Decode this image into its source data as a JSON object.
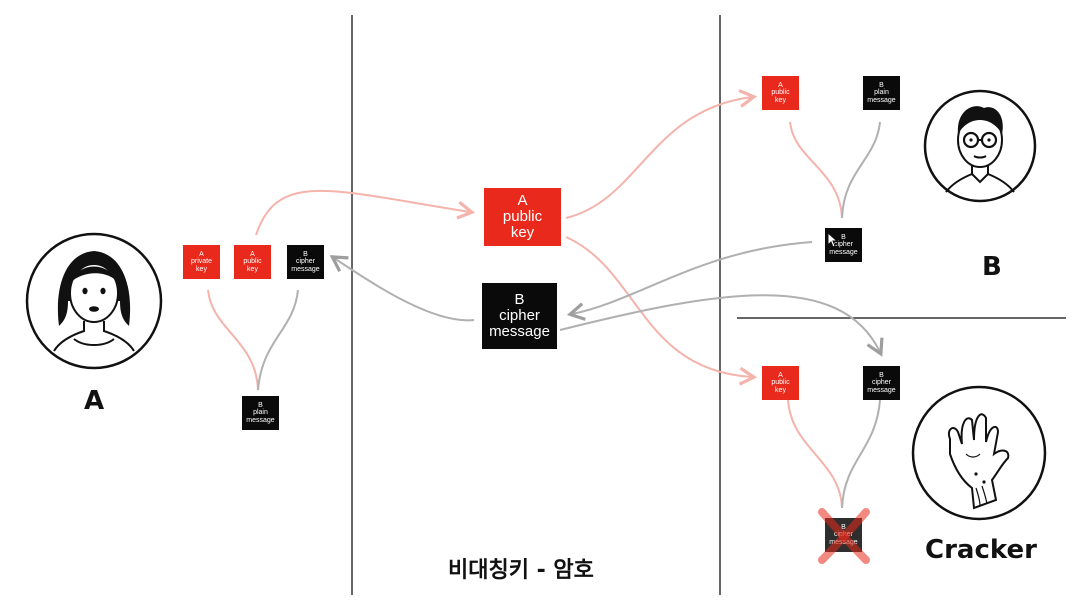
{
  "title": "비대칭키 - 암호",
  "people": {
    "a": {
      "label": "A"
    },
    "b": {
      "label": "B"
    },
    "cracker": {
      "label": "Cracker"
    }
  },
  "a_side": {
    "private_key": [
      "A",
      "private",
      "key"
    ],
    "public_key": [
      "A",
      "public",
      "key"
    ],
    "cipher_message": [
      "B",
      "cipher",
      "message"
    ],
    "plain_message": [
      "B",
      "plain",
      "message"
    ]
  },
  "center": {
    "public_key": [
      "A",
      "public",
      "key"
    ],
    "cipher_message": [
      "B",
      "cipher",
      "message"
    ]
  },
  "b_side": {
    "public_key": [
      "A",
      "public",
      "key"
    ],
    "plain_message": [
      "B",
      "plain",
      "message"
    ],
    "cipher_message": [
      "B",
      "cipher",
      "message"
    ]
  },
  "cracker_side": {
    "public_key": [
      "A",
      "public",
      "key"
    ],
    "cipher_message": [
      "B",
      "cipher",
      "message"
    ],
    "result_message": [
      "B",
      "cipher",
      "message"
    ]
  },
  "colors": {
    "key_red": "#e8291c",
    "message_black": "#0a0a0a",
    "arrow_red": "#f4b3ab",
    "arrow_gray": "#b0b0b0",
    "cross": "#e8291c"
  },
  "icons": [
    "woman-avatar-icon",
    "man-with-glasses-avatar-icon",
    "cracker-hand-icon",
    "cross-out-icon",
    "mouse-cursor-icon"
  ]
}
